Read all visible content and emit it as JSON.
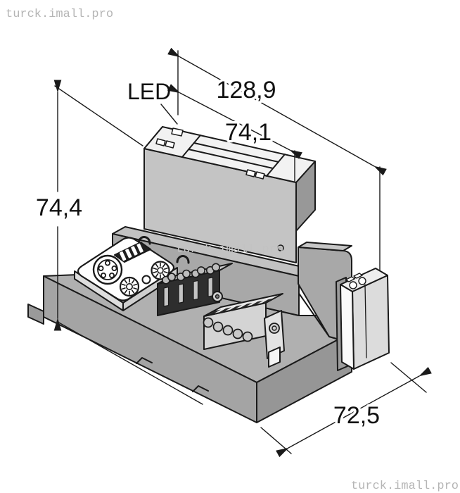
{
  "watermarks": {
    "top_left": "turck.imall.pro",
    "center": "turck.imall.pro",
    "bottom_right": "turck.imall.pro"
  },
  "callouts": {
    "led_label": "LED"
  },
  "dimensions": {
    "overall_length": {
      "value": "128,9"
    },
    "gateway_length": {
      "value": "74,1"
    },
    "height": {
      "value": "74,4"
    },
    "depth": {
      "value": "72,5"
    }
  },
  "colors": {
    "background": "#ffffff",
    "outline": "#1a1a1a",
    "body_gray": "#a6a6a6",
    "body_top_gray": "#b0b0b0",
    "module_top_light": "#f2f2f2",
    "terminal_dark": "#2e2e2e",
    "watermark_gray": "#b5b5b5"
  },
  "components": [
    "gateway-module",
    "led-window",
    "front-plate",
    "m12-connector",
    "seven-segment-display",
    "rotary-switch",
    "terminal-block",
    "screw-terminal-block",
    "end-bracket",
    "din-rail-base"
  ]
}
